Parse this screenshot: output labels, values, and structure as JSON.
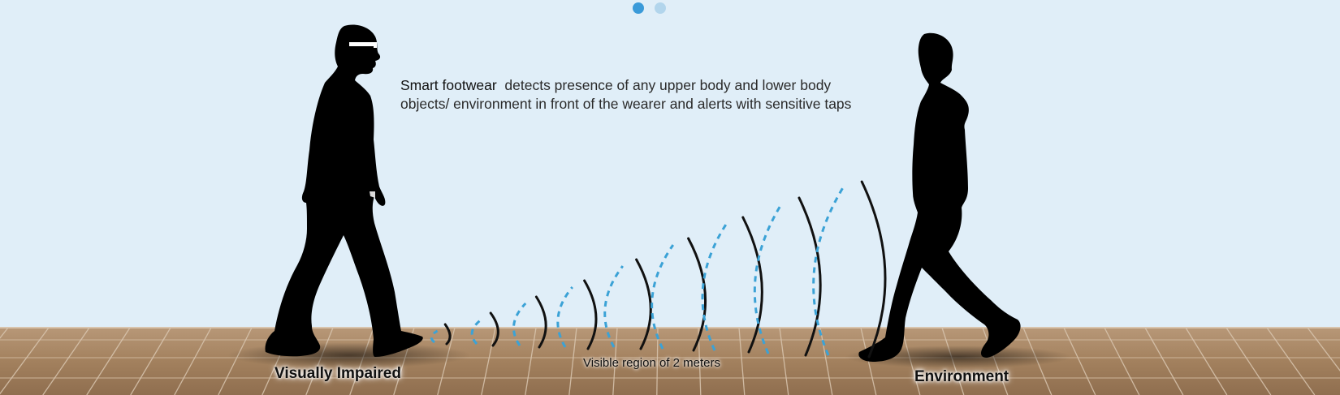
{
  "carousel": {
    "pages": 2,
    "active_index": 0,
    "active_color": "#3a9ad9",
    "inactive_color": "#b2d5ec"
  },
  "description": {
    "lead": "Smart footwear",
    "text": "detects presence of any upper body and lower body objects/ environment in front of the  wearer and alerts with sensitive taps"
  },
  "labels": {
    "left_person": "Visually Impaired",
    "right_person": "Environment",
    "region": "Visible region of 2 meters"
  },
  "colors": {
    "sky": "#e0eef8",
    "floor": "#a98764",
    "silhouette": "#000000",
    "wave_dashed": "#3ba2d6",
    "wave_solid": "#111111"
  },
  "icons": {
    "left_person": "walking-person-with-glasses-silhouette",
    "right_person": "walking-person-hoodie-silhouette",
    "signal": "sensor-wave-arcs"
  }
}
